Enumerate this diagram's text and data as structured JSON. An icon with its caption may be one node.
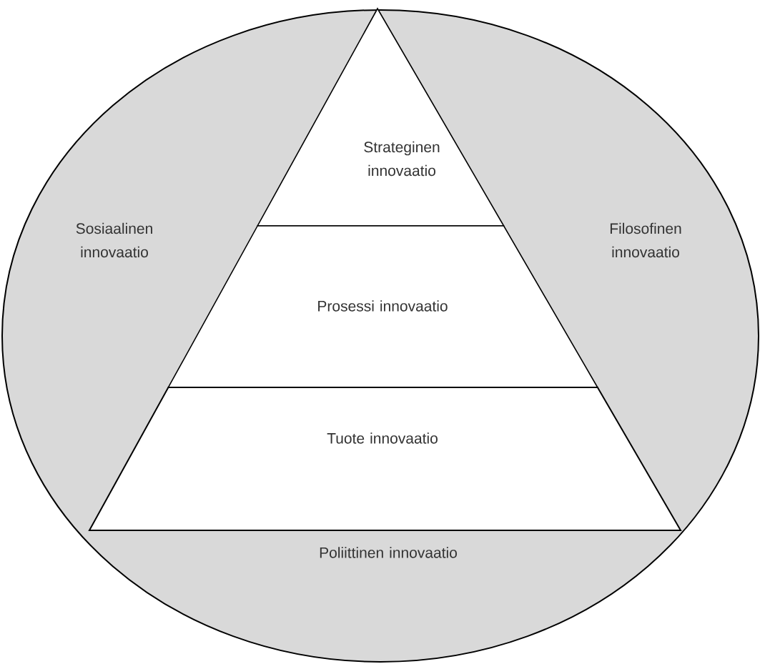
{
  "diagram": {
    "nodes": [
      {
        "text": [
          "Sosiaalinen innovaatio",
          "Filosofinen innovaatio",
          "Poliittinen innovaatio"
        ]
      },
      {
        "text": [
          "Strateginen innovaatio"
        ],
        "in": 0
      },
      {
        "text": [
          "Prosessi innovaatio"
        ],
        "in": 0
      },
      {
        "text": [
          "Tuote innovaatio"
        ],
        "in": 0
      }
    ]
  }
}
